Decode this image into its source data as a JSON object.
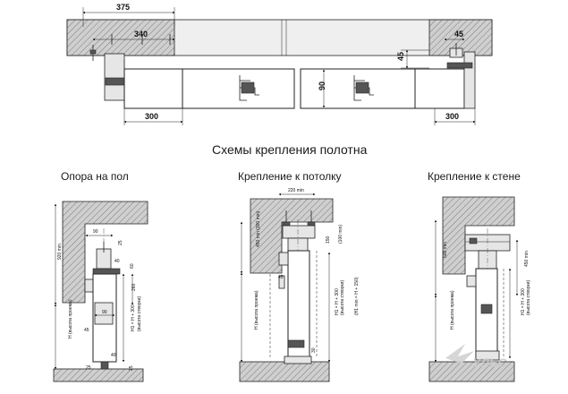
{
  "heading": "Схемы крепления полотна",
  "top": {
    "dim_375": "375",
    "dim_340": "340",
    "dim_45_top": "45",
    "dim_45_vert": "45",
    "dim_90": "90",
    "dim_300_left": "300",
    "dim_300_right": "300"
  },
  "floor": {
    "caption": "Опора на пол",
    "dim_90a": "90",
    "dim_25a": "25",
    "dim_40a": "40",
    "dim_60": "60",
    "dim_260": "260",
    "dim_45": "45",
    "dim_90b": "90",
    "dim_25b": "25",
    "dim_40b": "40",
    "dim_25c": "25",
    "h_min": "920 min",
    "h_opening": "H (высота проема)",
    "h1_formula": "H1 = H + 300",
    "h1_label": "(высота створки)"
  },
  "ceiling": {
    "caption": "Крепление к потолку",
    "dim_220": "220 min",
    "dim_450": "450 min (300 min)",
    "dim_150": "150",
    "dim_100": "(100 min)",
    "dim_45": "45",
    "dim_30": "30",
    "h_opening": "H (высота проема)",
    "h1_formula": "H1 = H + 300",
    "h1_label": "(высота створки)",
    "h1_min": "(H1 min = H + 150)"
  },
  "wall": {
    "caption": "Крепление к стене",
    "dim_500": "500 min",
    "dim_450": "450 min",
    "h_opening": "H (высота проема)",
    "h1_formula": "H1 = H + 300",
    "h1_label": "(высота створки)"
  },
  "logo": {
    "text": "УЛЬС"
  }
}
